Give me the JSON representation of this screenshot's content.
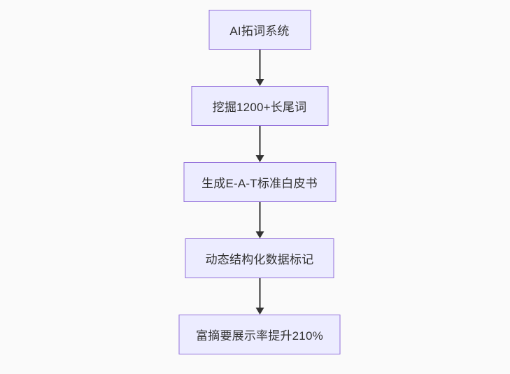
{
  "background_color": "#fafafa",
  "flowchart": {
    "type": "vertical-flow",
    "direction": "top-to-bottom",
    "node_fill": "#ECECFF",
    "node_border": "#9370DB",
    "arrow_color": "#333333",
    "text_color": "#333333",
    "nodes": [
      {
        "id": 1,
        "label": "AI拓词系统"
      },
      {
        "id": 2,
        "label": "挖掘1200+长尾词"
      },
      {
        "id": 3,
        "label": "生成E-A-T标准白皮书"
      },
      {
        "id": 4,
        "label": "动态结构化数据标记"
      },
      {
        "id": 5,
        "label": "富摘要展示率提升210%"
      }
    ],
    "edges": [
      {
        "from": 1,
        "to": 2
      },
      {
        "from": 2,
        "to": 3
      },
      {
        "from": 3,
        "to": 4
      },
      {
        "from": 4,
        "to": 5
      }
    ]
  }
}
